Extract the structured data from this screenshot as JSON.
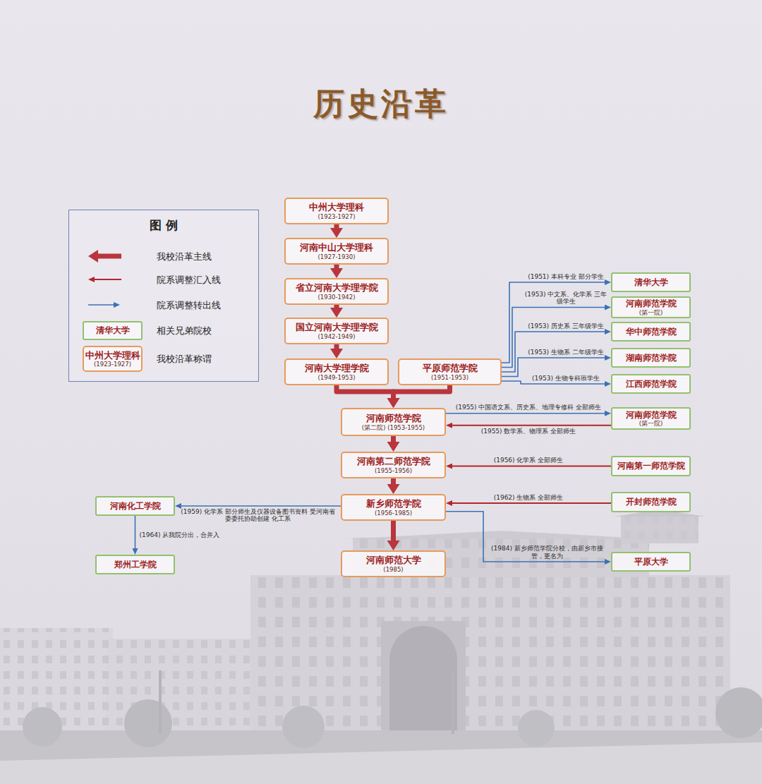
{
  "diagram": {
    "title": "历史沿革",
    "nodes": [
      {
        "text": [
          "中州大学理科",
          "(1923-1927)"
        ]
      },
      {
        "text": [
          "河南中山大学理科",
          "(1927-1930)"
        ]
      },
      {
        "text": [
          "省立河南大学理学院",
          "(1930-1942)"
        ]
      },
      {
        "text": [
          "国立河南大学理学院",
          "(1942-1949)"
        ]
      },
      {
        "text": [
          "河南大学理学院",
          "(1949-1953)"
        ]
      },
      {
        "text": [
          "平原师范学院",
          "(1951-1953)"
        ]
      },
      {
        "text": [
          "清华大学"
        ]
      },
      {
        "text": [
          "河南师范学院",
          "(第一院)"
        ]
      },
      {
        "text": [
          "华中师范学院"
        ]
      },
      {
        "text": [
          "湖南师范学院"
        ]
      },
      {
        "text": [
          "江西师范学院"
        ]
      },
      {
        "text": [
          "河南师范学院",
          "(第二院) (1953-1955)"
        ]
      },
      {
        "text": [
          "河南师范学院",
          "(第一院)"
        ]
      },
      {
        "text": [
          "河南第二师范学院",
          "(1955-1956)"
        ]
      },
      {
        "text": [
          "河南第一师范学院"
        ]
      },
      {
        "text": [
          "河南化工学院"
        ]
      },
      {
        "text": [
          "新乡师范学院",
          "(1956-1985)"
        ]
      },
      {
        "text": [
          "开封师范学院"
        ]
      },
      {
        "text": [
          "郑州工学院"
        ]
      },
      {
        "text": [
          "河南师范大学",
          "(1985)"
        ]
      },
      {
        "text": [
          "平原大学"
        ]
      }
    ],
    "edges": [
      {
        "from": 0,
        "to": 1,
        "arrow": "to"
      },
      {
        "from": 1,
        "to": 2,
        "arrow": "to"
      },
      {
        "from": 2,
        "to": 3,
        "arrow": "to"
      },
      {
        "from": 3,
        "to": 4,
        "arrow": "to"
      },
      {
        "from": 4,
        "to": 11,
        "arrow": "to"
      },
      {
        "from": 5,
        "to": 11,
        "arrow": "to"
      },
      {
        "from": 5,
        "to": 6,
        "label": "(1951) 本科专业 部分学生",
        "arrow": "to"
      },
      {
        "from": 5,
        "to": 7,
        "label": "(1953) 中文系、化学系 三年级学生",
        "arrow": "to"
      },
      {
        "from": 5,
        "to": 8,
        "label": "(1953) 历史系 三年级学生",
        "arrow": "to"
      },
      {
        "from": 5,
        "to": 9,
        "label": "(1953) 生物系 二年级学生",
        "arrow": "to"
      },
      {
        "from": 5,
        "to": 10,
        "label": "(1953) 生物专科班学生",
        "arrow": "to"
      },
      {
        "from": 11,
        "to": 12,
        "label": "(1955) 中国语文系、历史系、地理专修科 全部师生",
        "arrow": "to"
      },
      {
        "from": 12,
        "to": 11,
        "label": "(1955) 数学系、物理系 全部师生",
        "arrow": "to"
      },
      {
        "from": 11,
        "to": 13,
        "arrow": "to"
      },
      {
        "from": 14,
        "to": 13,
        "label": "(1956) 化学系 全部师生",
        "arrow": "to"
      },
      {
        "from": 13,
        "to": 16,
        "arrow": "to"
      },
      {
        "from": 16,
        "to": 15,
        "label": "(1959) 化学系 部分师生及仪器设备图书资料 受河南省委委托协助创建 化工系",
        "arrow": "to"
      },
      {
        "from": 15,
        "to": 18,
        "label": "(1964) 从我院分出，合并入",
        "arrow": "to"
      },
      {
        "from": 17,
        "to": 16,
        "label": "(1962) 生物系 全部师生",
        "arrow": "to"
      },
      {
        "from": 16,
        "to": 19,
        "arrow": "to"
      },
      {
        "from": 16,
        "to": 20,
        "label": "(1984) 新乡师范学院分校，由新乡市接管，更名为",
        "arrow": "to"
      }
    ],
    "labels": [
      "图 例",
      "清华大学",
      "中州大学理科",
      "(1923-1927)"
    ],
    "legend": [
      {
        "text": "我校沿革主线"
      },
      {
        "text": "院系调整汇入线"
      },
      {
        "text": "院系调整转出线"
      },
      {
        "text": "相关兄弟院校"
      },
      {
        "text": "我校沿革称谓"
      }
    ]
  }
}
